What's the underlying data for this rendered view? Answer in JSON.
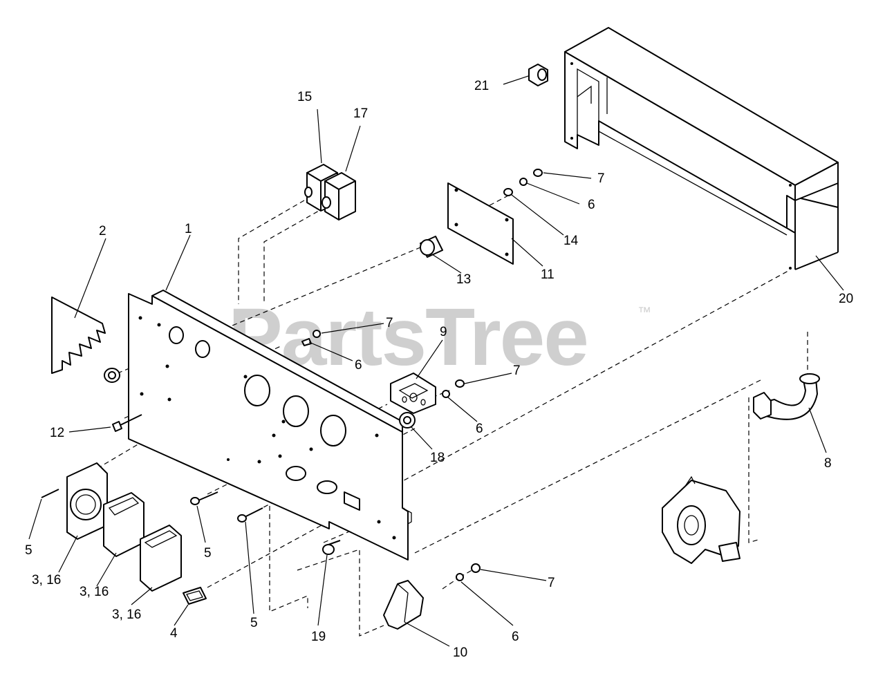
{
  "watermark": {
    "text": "PartsTree",
    "trademark": "™"
  },
  "callouts": [
    {
      "id": "c1",
      "text": "1"
    },
    {
      "id": "c2",
      "text": "2"
    },
    {
      "id": "c3a",
      "text": "3, 16"
    },
    {
      "id": "c3b",
      "text": "3, 16"
    },
    {
      "id": "c3c",
      "text": "3, 16"
    },
    {
      "id": "c4",
      "text": "4"
    },
    {
      "id": "c5a",
      "text": "5"
    },
    {
      "id": "c5b",
      "text": "5"
    },
    {
      "id": "c5c",
      "text": "5"
    },
    {
      "id": "c6a",
      "text": "6"
    },
    {
      "id": "c6b",
      "text": "6"
    },
    {
      "id": "c6c",
      "text": "6"
    },
    {
      "id": "c6d",
      "text": "6"
    },
    {
      "id": "c7a",
      "text": "7"
    },
    {
      "id": "c7b",
      "text": "7"
    },
    {
      "id": "c7c",
      "text": "7"
    },
    {
      "id": "c7d",
      "text": "7"
    },
    {
      "id": "c8",
      "text": "8"
    },
    {
      "id": "c9",
      "text": "9"
    },
    {
      "id": "c10",
      "text": "10"
    },
    {
      "id": "c11",
      "text": "11"
    },
    {
      "id": "c12",
      "text": "12"
    },
    {
      "id": "c13",
      "text": "13"
    },
    {
      "id": "c14",
      "text": "14"
    },
    {
      "id": "c15",
      "text": "15"
    },
    {
      "id": "c17",
      "text": "17"
    },
    {
      "id": "c18",
      "text": "18"
    },
    {
      "id": "c19",
      "text": "19"
    },
    {
      "id": "c20",
      "text": "20"
    },
    {
      "id": "c21",
      "text": "21"
    }
  ]
}
